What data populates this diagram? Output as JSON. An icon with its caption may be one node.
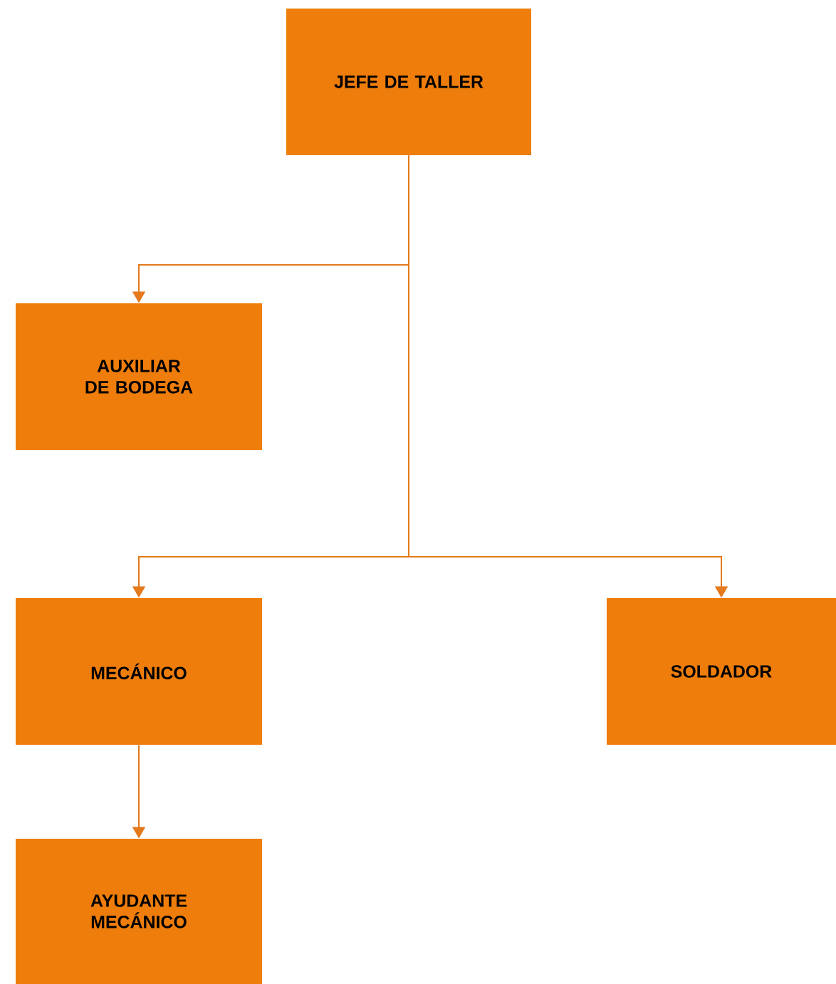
{
  "diagram": {
    "nodes": [
      {
        "text": [
          "JEFE DE TALLER"
        ]
      },
      {
        "text": [
          "AUXILIAR DE BODEGA"
        ]
      },
      {
        "text": [
          "MECÁNICO"
        ]
      },
      {
        "text": [
          "SOLDADOR"
        ]
      },
      {
        "text": [
          "AYUDANTE MECÁNICO"
        ]
      }
    ],
    "edges": [
      {
        "from": 0,
        "to": 1,
        "arrow": "to"
      },
      {
        "from": 0,
        "to": 2,
        "arrow": "to"
      },
      {
        "from": 0,
        "to": 3,
        "arrow": "to"
      },
      {
        "from": 2,
        "to": 4,
        "arrow": "to"
      }
    ]
  }
}
